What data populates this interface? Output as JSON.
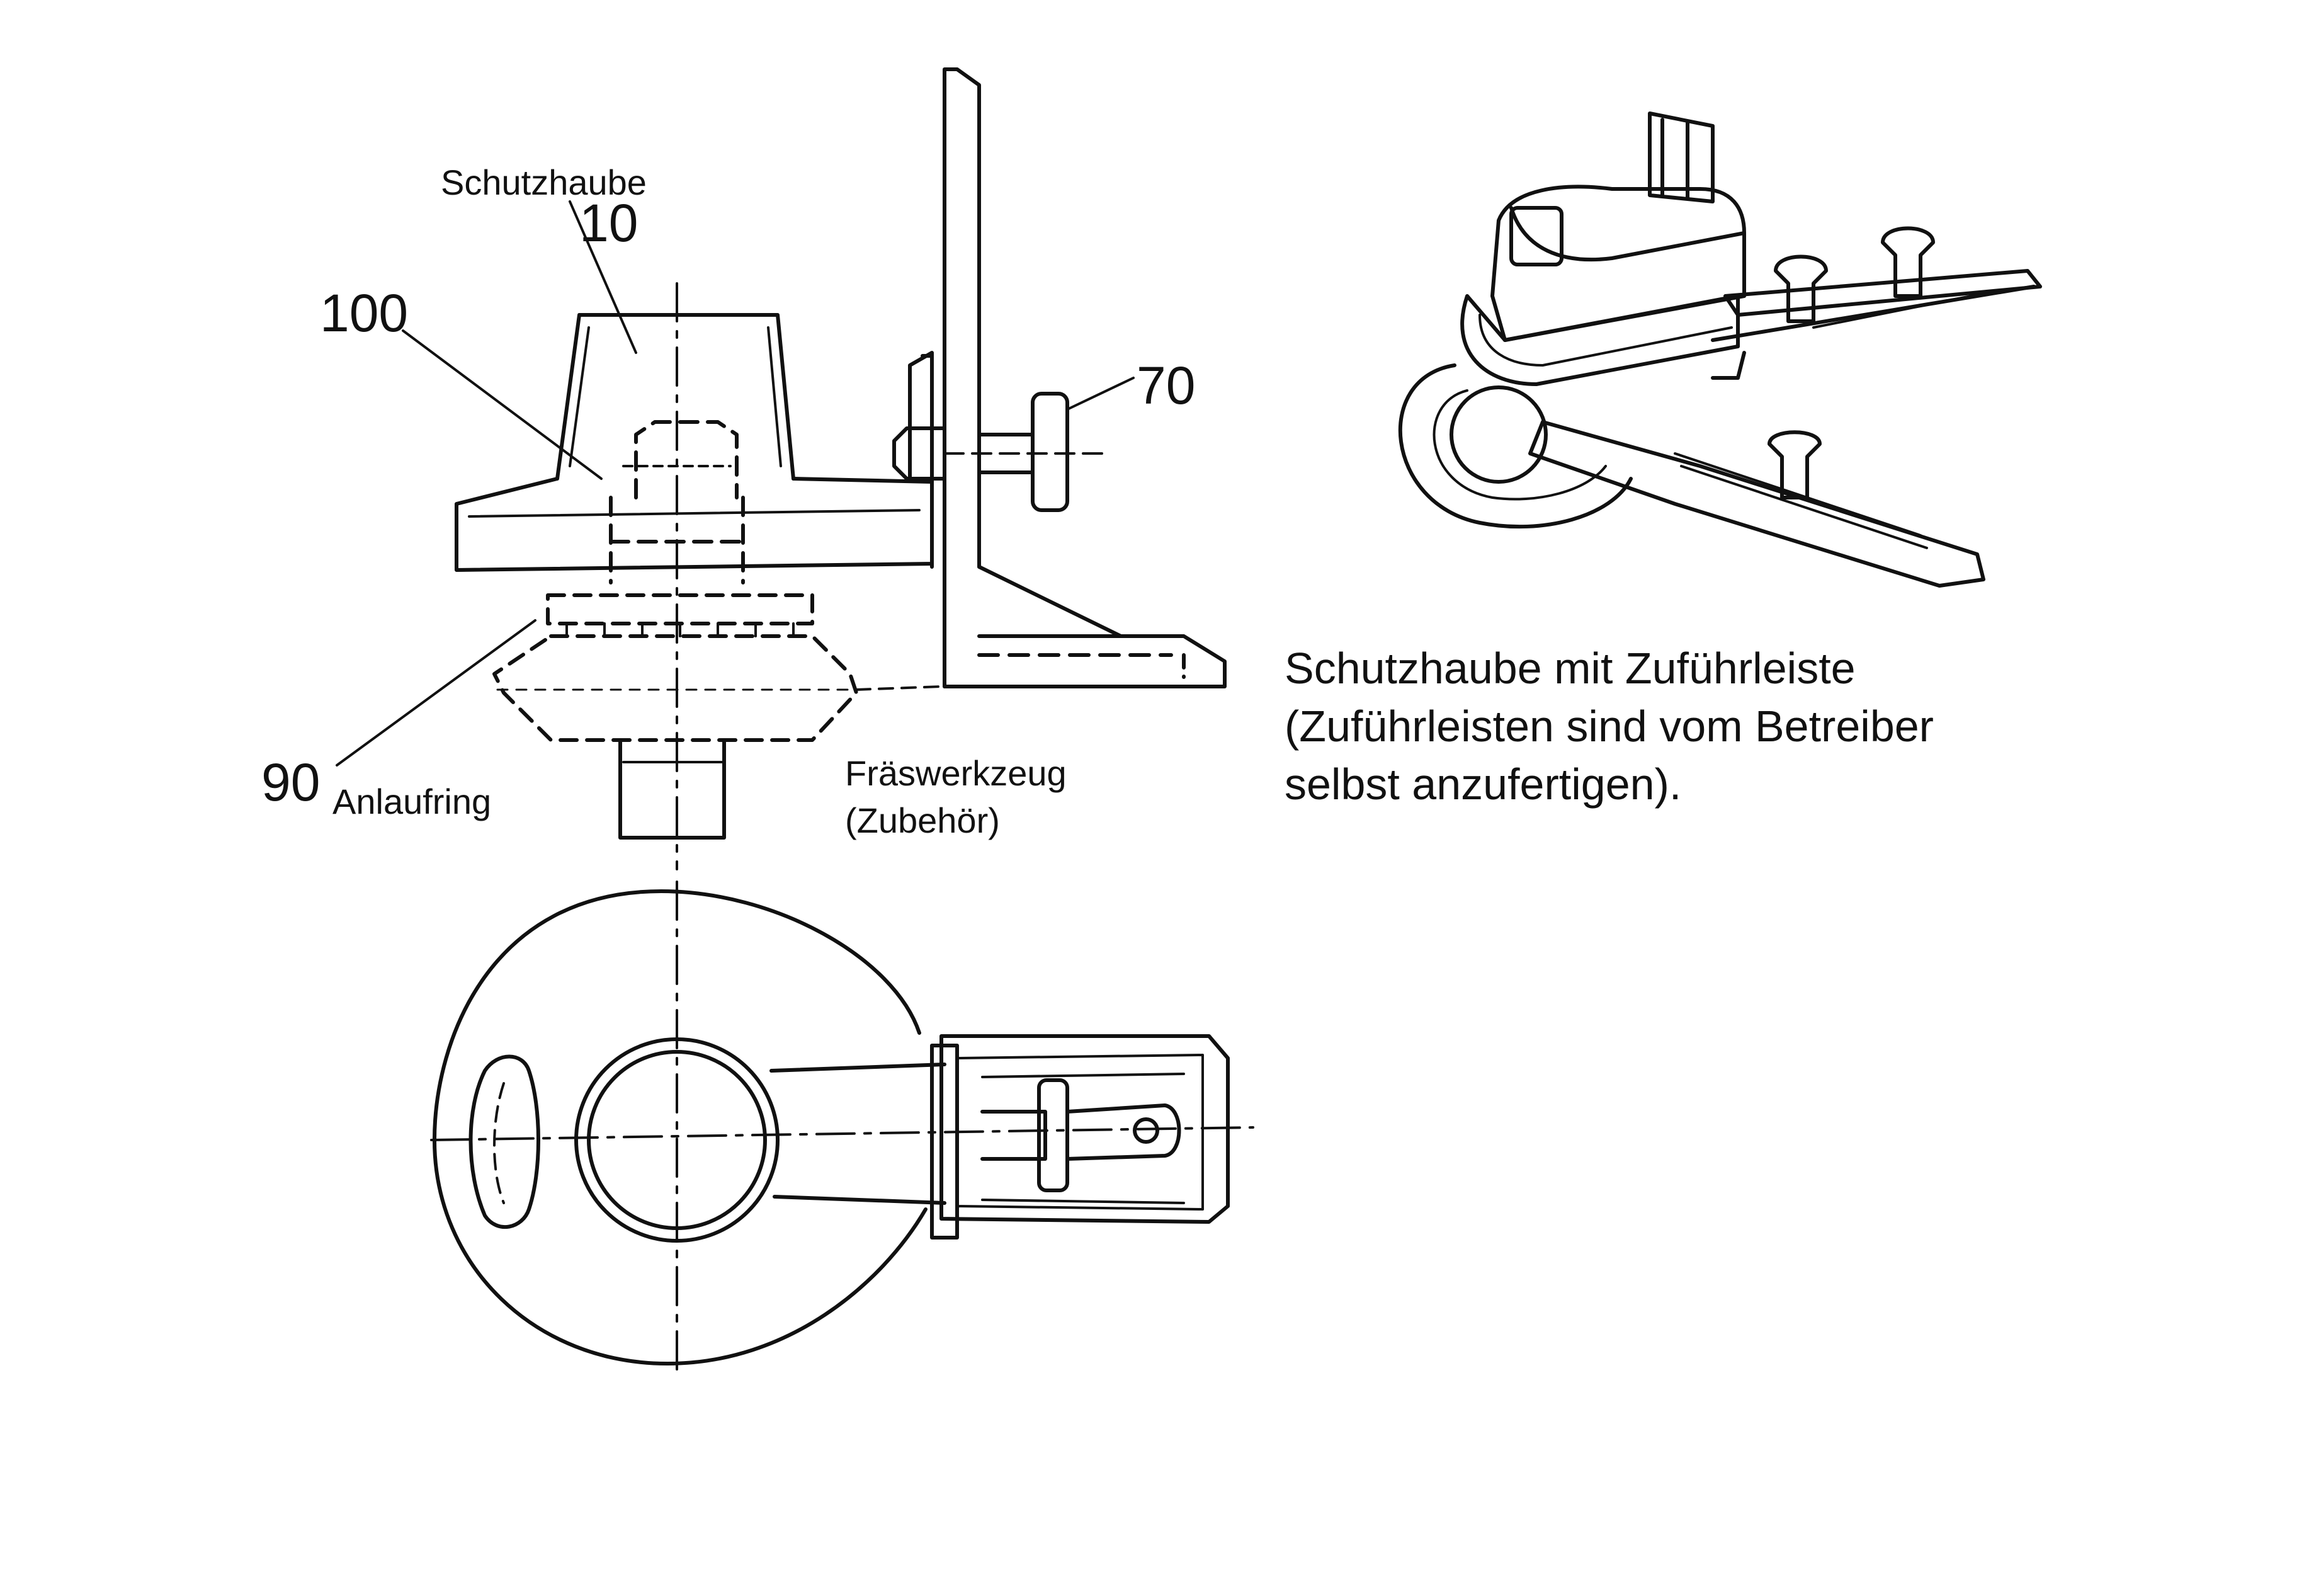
{
  "labels": {
    "schutzhaube": "Schutzhaube",
    "ref_10": "10",
    "ref_100": "100",
    "ref_70": "70",
    "ref_90": "90",
    "anlaufring": "Anlaufring",
    "fraeswerkzeug": "Fräswerkzeug",
    "zubehoer": "(Zubehör)"
  },
  "caption": {
    "line1": "Schutzhaube mit Zuführleiste",
    "line2": "(Zuführleisten sind vom Betreiber",
    "line3": "selbst anzufertigen)."
  },
  "colors": {
    "ink": "#111111",
    "paper": "#ffffff"
  }
}
